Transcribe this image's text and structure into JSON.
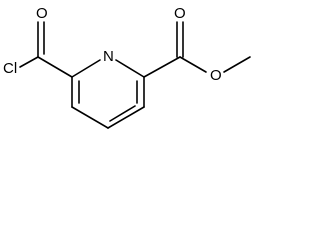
{
  "molecule": {
    "atoms": {
      "cl": "Cl",
      "o_carbonyl_left": "O",
      "n_ring": "N",
      "o_carbonyl_right": "O",
      "o_ester": "O"
    },
    "colors": {
      "bond": "#000000",
      "label": "#000000",
      "background": "#ffffff"
    }
  }
}
